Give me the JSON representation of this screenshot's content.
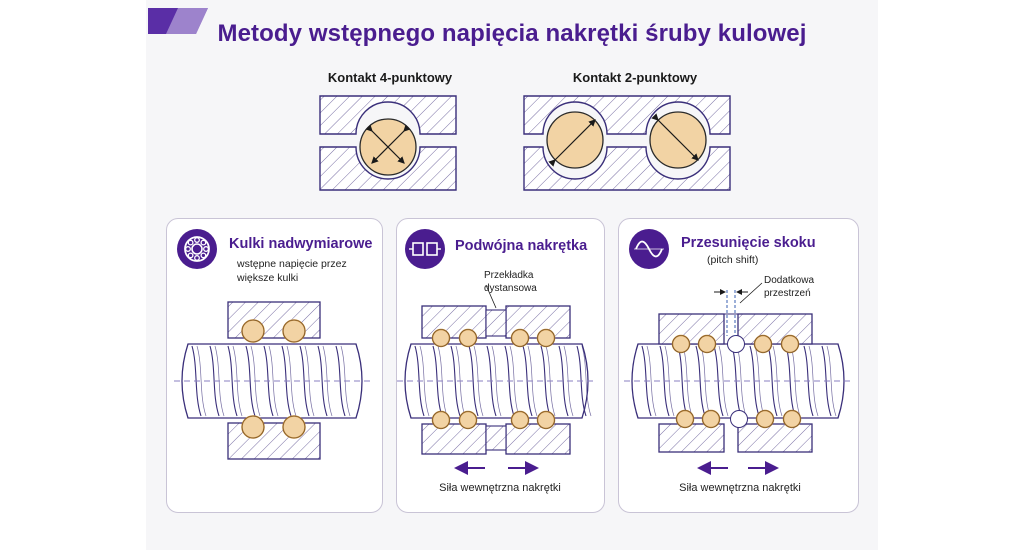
{
  "title": "Metody wstępnego napięcia nakrętki śruby kulowej",
  "contacts": {
    "four_point": "Kontakt 4-punktowy",
    "two_point": "Kontakt 2-punktowy"
  },
  "cards": {
    "oversize": {
      "title": "Kulki nadwymiarowe",
      "subtitle_line1": "wstępne napięcie przez",
      "subtitle_line2": "większe kulki"
    },
    "double_nut": {
      "title": "Podwójna nakrętka",
      "annotation_line1": "Przekładka",
      "annotation_line2": "dystansowa",
      "force_label": "Siła wewnętrzna nakrętki"
    },
    "pitch_shift": {
      "title": "Przesunięcie skoku",
      "subtitle": "(pitch shift)",
      "annotation_line1": "Dodatkowa",
      "annotation_line2": "przestrzeń",
      "force_label": "Siła wewnętrzna nakrętki"
    }
  },
  "colors": {
    "accent": "#4a1d8f",
    "outline": "#3a2f7a",
    "ball_fill": "#f2d3a4",
    "ball_stroke": "#c48a3c",
    "hatch": "#6a5f9a"
  }
}
